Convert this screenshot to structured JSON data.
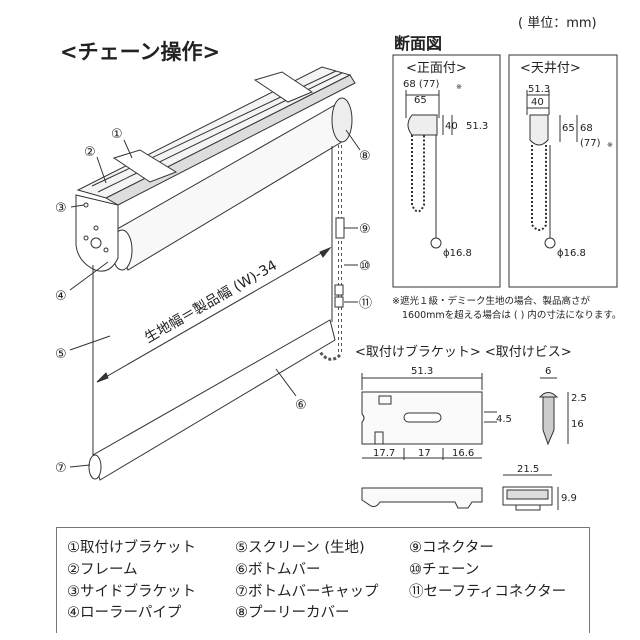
{
  "unit_label": "( 単位：mm)",
  "title": "<チェーン操作>",
  "width_label": "生地幅＝製品幅 (W)-34",
  "callouts": [
    "①",
    "②",
    "③",
    "④",
    "⑤",
    "⑥",
    "⑦",
    "⑧",
    "⑨",
    "⑩",
    "⑪"
  ],
  "section": {
    "title": "断面図",
    "front": {
      "label": "<正面付>",
      "dims": {
        "outer_width": "68 (77)",
        "note_mark": "※",
        "width": "65",
        "height_inner": "40",
        "height_outer": "51.3",
        "diameter": "ϕ16.8"
      }
    },
    "ceiling": {
      "label": "<天井付>",
      "dims": {
        "outer_width": "51.3",
        "width": "40",
        "height_inner": "65",
        "height_outer": "68",
        "height_outer_alt": "(77)",
        "note_mark": "※",
        "diameter": "ϕ16.8"
      }
    },
    "note_line1": "※遮光１級・デミーク生地の場合、製品高さが",
    "note_line2": "1600mmを超える場合は ( ) 内の寸法になります。"
  },
  "bracket": {
    "title": "<取付けブラケット> <取付けビス>",
    "dims": {
      "total": "51.3",
      "slot": "4.5",
      "left": "17.7",
      "mid": "17",
      "right": "16.6"
    },
    "screw": {
      "head": "6",
      "head_h": "2.5",
      "length": "16"
    },
    "cap": {
      "width": "21.5",
      "height": "9.9"
    }
  },
  "legend": [
    "①取付けブラケット",
    "②フレーム",
    "③サイドブラケット",
    "④ローラーパイプ",
    "⑤スクリーン (生地)",
    "⑥ボトムバー",
    "⑦ボトムバーキャップ",
    "⑧プーリーカバー",
    "⑨コネクター",
    "⑩チェーン",
    "⑪セーフティコネクター"
  ]
}
